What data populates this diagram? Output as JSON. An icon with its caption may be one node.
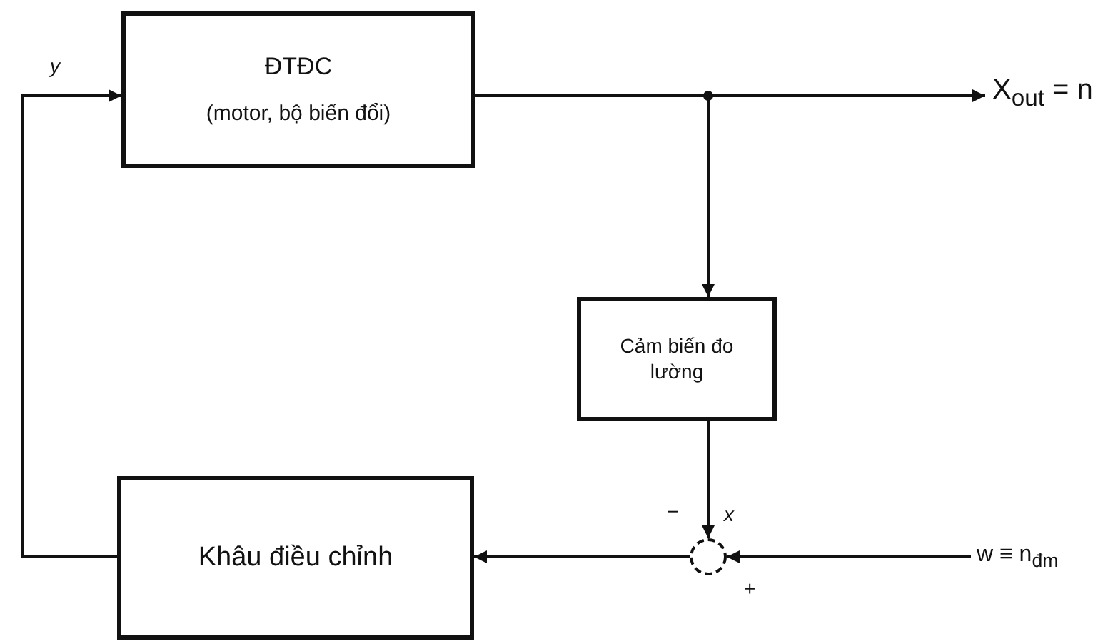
{
  "diagram": {
    "nodes": [
      {
        "text": [
          "ĐTĐC",
          "(motor, bộ biến đổi)"
        ]
      },
      {
        "text": [
          "Cảm biến đo lường"
        ]
      },
      {
        "text": [
          "Khâu điều chỉnh"
        ]
      },
      {
        "text": [],
        "shape": "circle"
      },
      {
        "text": [
          "X$_{out}$ = n"
        ]
      },
      {
        "text": [
          "w ≡ n$_{đm}$"
        ]
      }
    ],
    "edges": [
      {
        "from": 0,
        "to": 4,
        "arrow": "to"
      },
      {
        "from": 0,
        "to": 1,
        "arrow": "to"
      },
      {
        "from": 1,
        "to": 3,
        "arrow": "to",
        "label": "x"
      },
      {
        "from": 5,
        "to": 3,
        "arrow": "to"
      },
      {
        "from": 3,
        "to": 2,
        "arrow": "to"
      },
      {
        "from": 2,
        "to": 0,
        "arrow": "to",
        "label": "y"
      }
    ],
    "labels": [
      "−",
      "+"
    ]
  }
}
